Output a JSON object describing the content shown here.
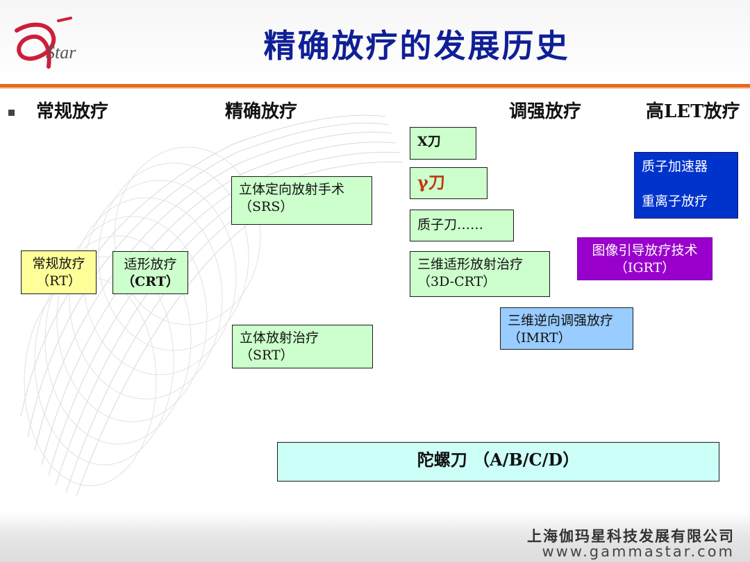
{
  "header": {
    "title": "精确放疗的发展历史",
    "logo_text": "Star",
    "logo_color": "#cc1f3a"
  },
  "categories": {
    "conventional": "常规放疗",
    "precision": "精确放疗",
    "imrt": "调强放疗",
    "high_let": "高LET放疗"
  },
  "boxes": {
    "rt": {
      "line1": "常规放疗",
      "line2": "（RT）"
    },
    "crt": {
      "line1": "适形放疗",
      "line2": "（CRT）"
    },
    "srs": {
      "line1": "立体定向放射手术",
      "line2": "（SRS）"
    },
    "srt": {
      "line1": "立体放射治疗",
      "line2": "（SRT）"
    },
    "xknife": "X刀",
    "gamma": "γ刀",
    "proton_knife": "质子刀……",
    "cr3d": {
      "line1": "三维适形放射治疗",
      "line2": "（3D-CRT）"
    },
    "imrt": {
      "line1": "三维逆向调强放疗",
      "line2": "（IMRT）"
    },
    "accel": {
      "line1": "质子加速器",
      "line2": "重离子放疗"
    },
    "igrt": {
      "line1": "图像引导放疗技术",
      "line2": "（IGRT）"
    },
    "gyro": "陀螺刀 （A/B/C/D）"
  },
  "footer": {
    "company": "上海伽玛星科技发展有限公司",
    "url": "www.gammastar.com"
  },
  "colors": {
    "accent_rule": "#e46c1c",
    "title": "#0f1f96",
    "green_box": "#ccffcc",
    "yellow_box": "#ffff99",
    "blue_box": "#99ccff",
    "navy_box": "#0033cc",
    "purple_box": "#9900cc",
    "gamma_text": "#c0390f"
  }
}
